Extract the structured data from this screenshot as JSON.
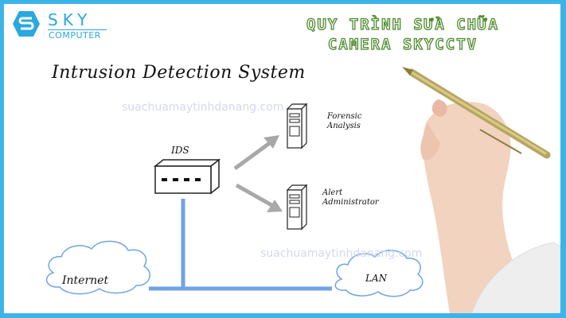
{
  "brand": {
    "logo_icon": "sky-s-hexagon-icon",
    "name": "SKY",
    "subtitle": "COMPUTER",
    "color": "#2aa8e0"
  },
  "headline": {
    "line1": "QUY TRÌNH SỬA CHỮA",
    "line2": "CAMERA SKYCCTV",
    "color": "#4e8a2d"
  },
  "diagram": {
    "title": "Intrusion Detection System",
    "ids_label": "IDS",
    "forensic_label_1": "Forensic",
    "forensic_label_2": "Analysis",
    "alert_label_1": "Alert",
    "alert_label_2": "Administrator",
    "internet_label": "Internet",
    "lan_label": "LAN",
    "link_color": "#6fa3e6",
    "arrow_color": "#a8a8a8"
  },
  "watermarks": {
    "top": "suachuamaytinhdanang.com",
    "bottom": "suachuamaytinhdanang.com"
  },
  "frame": {
    "border_color": "#3db4e8"
  },
  "photo": {
    "subject": "hand-holding-pen"
  }
}
